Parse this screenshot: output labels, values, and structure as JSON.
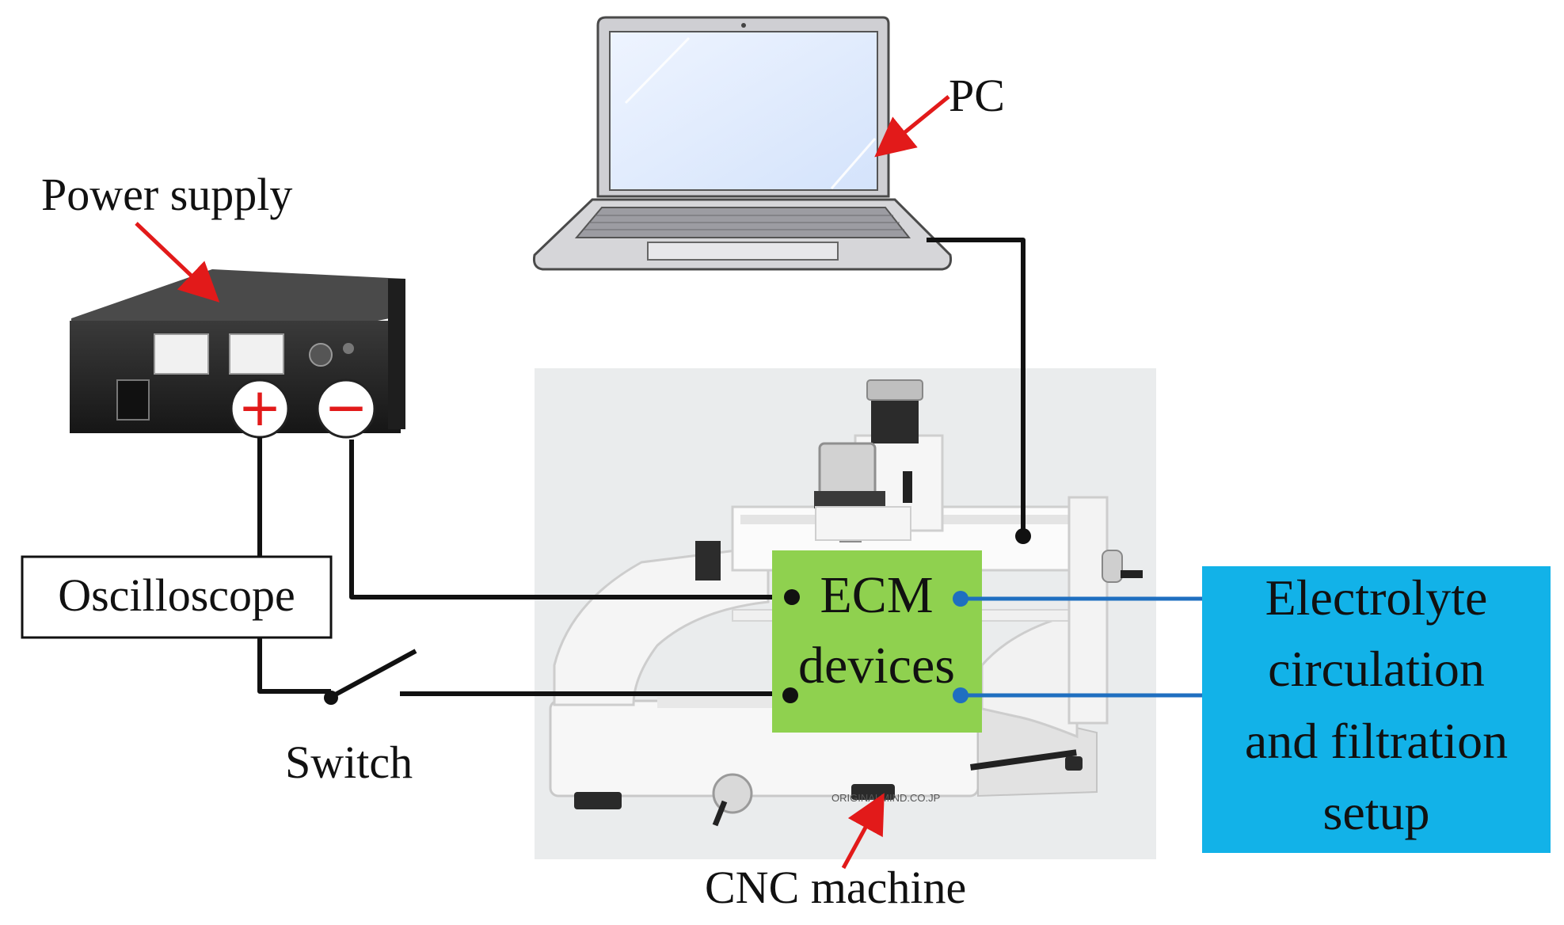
{
  "labels": {
    "pc": "PC",
    "power_supply": "Power supply",
    "oscilloscope": "Oscilloscope",
    "switch": "Switch",
    "cnc_machine": "CNC machine",
    "ecm_line1": "ECM",
    "ecm_line2": "devices",
    "electrolyte_line1": "Electrolyte",
    "electrolyte_line2": "circulation",
    "electrolyte_line3": "and filtration",
    "electrolyte_line4": "setup",
    "plus_terminal": "+",
    "minus_terminal": "−",
    "cnc_brand": "ORIGINALMIND.CO.JP"
  },
  "colors": {
    "arrow": "#e21a1a",
    "wire": "#111111",
    "hose": "#1f6fc0",
    "ecm_box": "#8fd14f",
    "electrolyte_box": "#12b2e8",
    "cnc_background": "#eaeced",
    "power_supply_body": "#262626"
  }
}
